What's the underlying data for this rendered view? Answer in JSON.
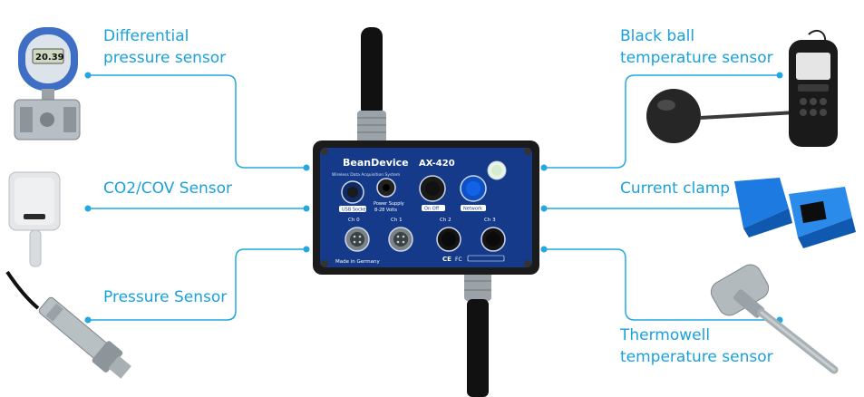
{
  "sensors_left": [
    {
      "line1": "Differential",
      "line2": "pressure sensor"
    },
    {
      "line1": "CO2/COV Sensor"
    },
    {
      "line1": "Pressure Sensor"
    }
  ],
  "sensors_right": [
    {
      "line1": "Black ball",
      "line2": "temperature sensor"
    },
    {
      "line1": "Current clamp"
    },
    {
      "line1": "Thermowell",
      "line2": "temperature sensor"
    }
  ],
  "device": {
    "brand": "BeanDevice",
    "model": "AX-420",
    "subtitle": "Wireless Data Acquisition System",
    "on_off": "On  Off",
    "network": "Network",
    "power_supply": "Power Supply",
    "power_range": "8-28 Volts",
    "usb": "USB Socket",
    "ch0": "Ch 0",
    "ch1": "Ch 1",
    "ch2": "Ch 2",
    "ch3": "Ch 3",
    "made_in": "Made in Germany",
    "ce": "CE",
    "fc": "FC"
  },
  "gauge_display": "20.39",
  "colors": {
    "accent": "#1aa1dc",
    "device_body": "#163a8a",
    "line": "#23a8e0"
  }
}
